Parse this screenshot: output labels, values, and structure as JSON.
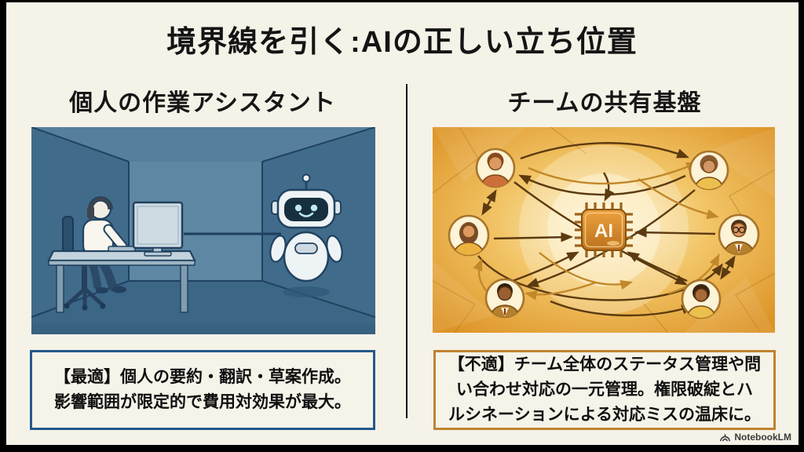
{
  "slide": {
    "title": "境界線を引く:AIの正しい立ち位置",
    "brand": "NotebookLM",
    "background_color": "#f5f2e8",
    "divider_color": "#121212"
  },
  "left": {
    "heading": "個人の作業アシスタント",
    "caption_lines": [
      "【最適】個人の要約・翻訳・草案作成。",
      "影響範囲が限定的で費用対効果が最大。"
    ],
    "accent": "#24598c",
    "illustration": "woman-at-desk-with-robot-assistant"
  },
  "right": {
    "heading": "チームの共有基盤",
    "caption_lines": [
      "【不適】チーム全体のステータス管理や問",
      "い合わせ対応の一元管理。権限破綻とハ",
      "ルシネーションによる対応ミスの温床に。"
    ],
    "accent": "#c08330",
    "chip_label": "AI",
    "illustration": "six-people-chaotic-arrows-around-ai-chip"
  }
}
